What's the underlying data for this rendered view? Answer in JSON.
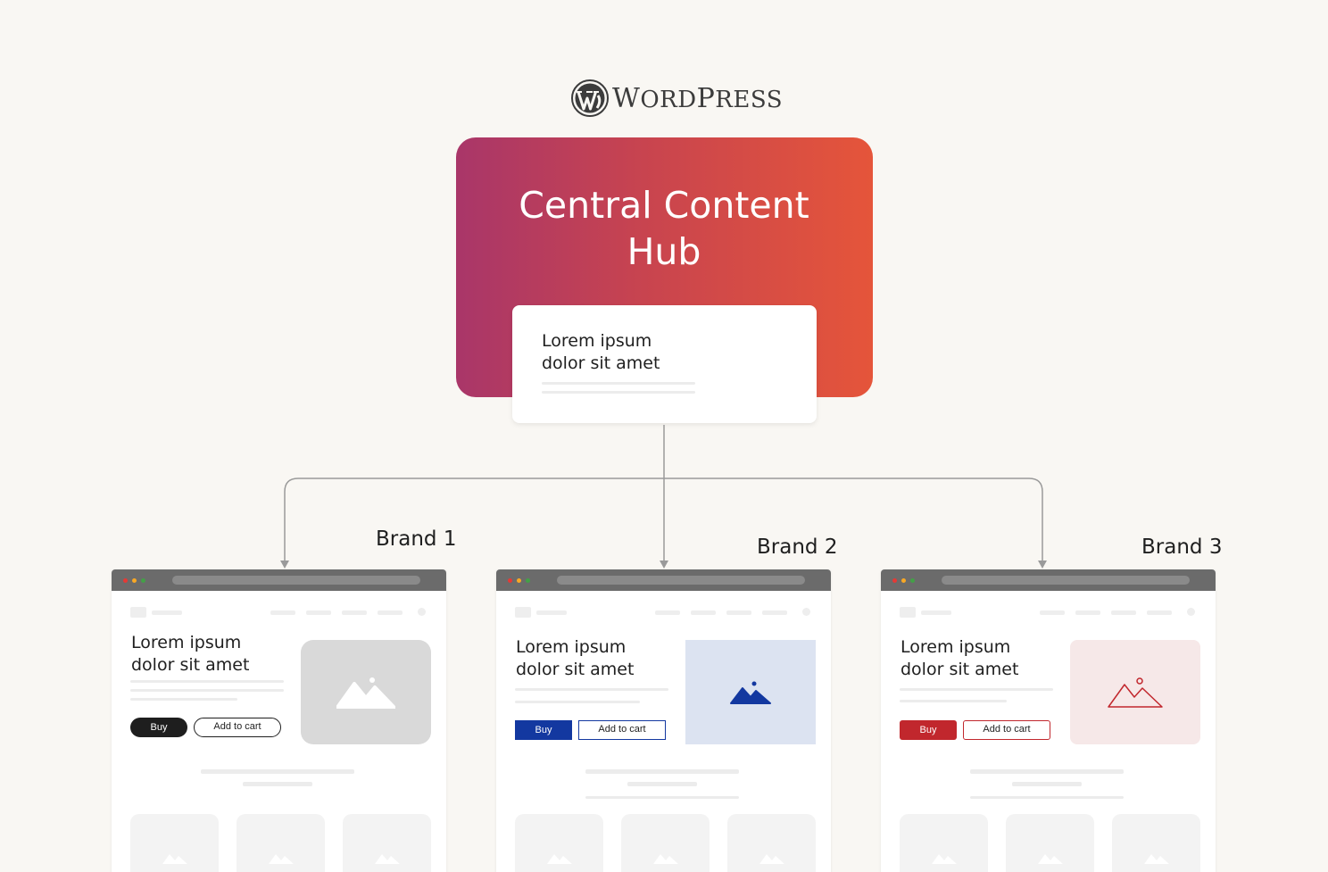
{
  "logo": {
    "text": "WordPress",
    "icon": "wordpress-logo-icon"
  },
  "hub": {
    "title_line1": "Central Content",
    "title_line2": "Hub",
    "card": {
      "line1": "Lorem ipsum",
      "line2": "dolor sit amet"
    },
    "gradient": [
      "#a93669",
      "#e5553a"
    ]
  },
  "brands": [
    {
      "label": "Brand 1",
      "heading_line1": "Lorem ipsum",
      "heading_line2": "dolor sit amet",
      "buy_label": "Buy",
      "cart_label": "Add to cart",
      "accent": "#1e1e1e",
      "image_bg": "#d9d9d9",
      "icon": "image-placeholder-icon"
    },
    {
      "label": "Brand 2",
      "heading_line1": "Lorem ipsum",
      "heading_line2": "dolor sit amet",
      "buy_label": "Buy",
      "cart_label": "Add to cart",
      "accent": "#1338a0",
      "image_bg": "#dce3f1",
      "icon": "image-placeholder-icon"
    },
    {
      "label": "Brand 3",
      "heading_line1": "Lorem ipsum",
      "heading_line2": "dolor sit amet",
      "buy_label": "Buy",
      "cart_label": "Add to cart",
      "accent": "#c1272d",
      "image_bg": "#f6e8e8",
      "icon": "image-placeholder-icon"
    }
  ]
}
